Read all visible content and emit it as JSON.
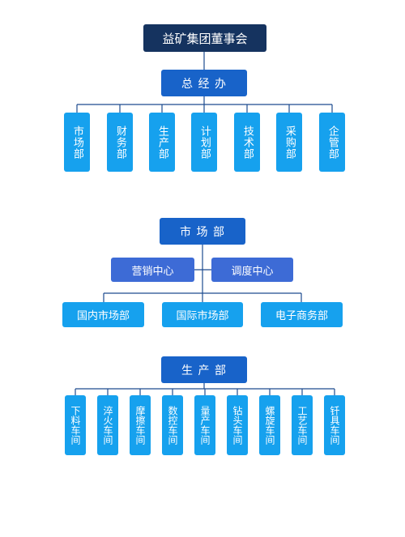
{
  "diagram": {
    "board": "益矿集团董事会",
    "office": "总 经 办",
    "departments": [
      "市场部",
      "财务部",
      "生产部",
      "计划部",
      "技术部",
      "采购部",
      "企管部"
    ],
    "market_dept": {
      "title": "市 场 部",
      "centers": [
        "营销中心",
        "调度中心"
      ],
      "units": [
        "国内市场部",
        "国际市场部",
        "电子商务部"
      ]
    },
    "production_dept": {
      "title": "生 产 部",
      "workshops": [
        "下料车间",
        "淬火车间",
        "摩擦车间",
        "数控车间",
        "量产车间",
        "钻头车间",
        "螺旋车间",
        "工艺车间",
        "钎具车间"
      ]
    }
  }
}
